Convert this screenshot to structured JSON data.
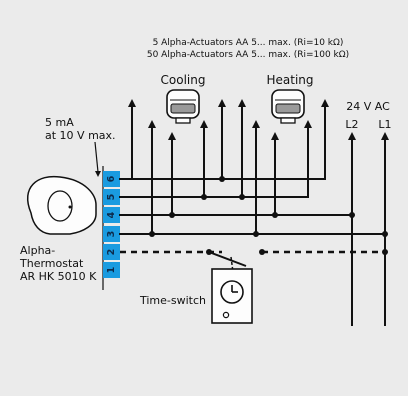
{
  "header": {
    "line1": "5 Alpha-Actuators AA 5... max.  (Ri=10 kΩ)",
    "line2": "50 Alpha-Actuators AA 5... max.  (Ri=100 kΩ)"
  },
  "actuators": {
    "cooling_label": "Cooling",
    "heating_label": "Heating"
  },
  "supply": {
    "voltage_label": "24 V AC",
    "l2_label": "L2",
    "l1_label": "L1"
  },
  "signal": {
    "line1": "5 mA",
    "line2": "at 10 V max."
  },
  "thermostat": {
    "line1": "Alpha-",
    "line2": "Thermostat",
    "line3": "AR HK 5010 K"
  },
  "terminals": [
    "6",
    "5",
    "4",
    "3",
    "2",
    "1"
  ],
  "timeswitch": {
    "label": "Time-switch"
  },
  "colors": {
    "terminal_blue": "#1a9be0",
    "background": "#ebebeb"
  }
}
